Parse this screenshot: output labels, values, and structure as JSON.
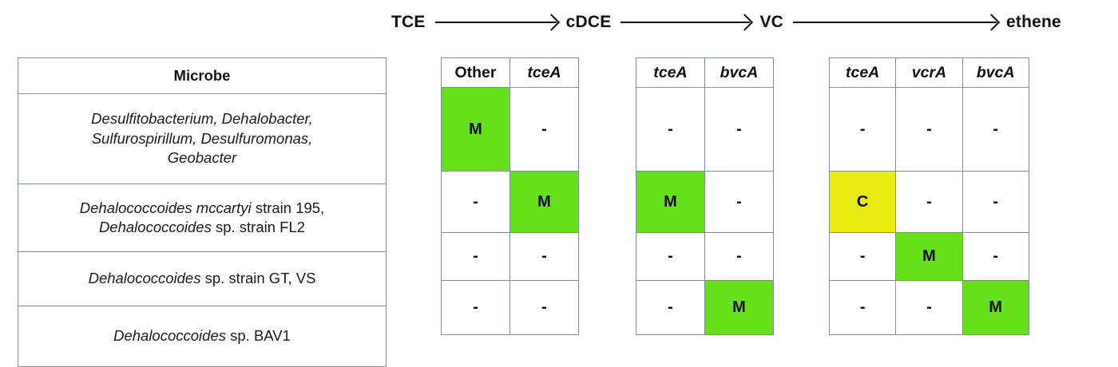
{
  "pathway": {
    "steps": [
      "TCE",
      "cDCE",
      "VC",
      "ethene"
    ],
    "arrow_icon": "arrow-right-icon"
  },
  "colors": {
    "green": "#66E01A",
    "yellow": "#EBEB14",
    "border": "#7d8f96",
    "text": "#111111",
    "white": "#ffffff"
  },
  "legend": {
    "M": "M",
    "C": "C",
    "absent": "-"
  },
  "microbe_table": {
    "header": "Microbe",
    "rows": [
      {
        "lines": [
          {
            "italic": "Desulfitobacterium, Dehalobacter,"
          },
          {
            "italic": "Sulfurospirillum, Desulfuromonas,"
          },
          {
            "italic": "Geobacter"
          }
        ]
      },
      {
        "lines": [
          {
            "italic": "Dehalococcoides mccartyi ",
            "upright": "strain 195,"
          },
          {
            "italic": "Dehalococcoides ",
            "upright": "sp. strain FL2"
          }
        ]
      },
      {
        "lines": [
          {
            "italic": "Dehalococcoides ",
            "upright": "sp. strain GT, VS"
          }
        ]
      },
      {
        "lines": [
          {
            "italic": "Dehalococcoides ",
            "upright": "sp. BAV1"
          }
        ]
      }
    ]
  },
  "gene_blocks": [
    {
      "step": "TCE-to-cDCE",
      "headers": [
        {
          "label": "Other",
          "italic": false
        },
        {
          "label": "tceA",
          "italic": true
        }
      ],
      "rows": [
        [
          {
            "value": "M",
            "fill": "green"
          },
          {
            "value": "-",
            "fill": "none"
          }
        ],
        [
          {
            "value": "-",
            "fill": "none"
          },
          {
            "value": "M",
            "fill": "green"
          }
        ],
        [
          {
            "value": "-",
            "fill": "none"
          },
          {
            "value": "-",
            "fill": "none"
          }
        ],
        [
          {
            "value": "-",
            "fill": "none"
          },
          {
            "value": "-",
            "fill": "none"
          }
        ]
      ]
    },
    {
      "step": "cDCE-to-VC",
      "headers": [
        {
          "label": "tceA",
          "italic": true
        },
        {
          "label": "bvcA",
          "italic": true
        }
      ],
      "rows": [
        [
          {
            "value": "-",
            "fill": "none"
          },
          {
            "value": "-",
            "fill": "none"
          }
        ],
        [
          {
            "value": "M",
            "fill": "green"
          },
          {
            "value": "-",
            "fill": "none"
          }
        ],
        [
          {
            "value": "-",
            "fill": "none"
          },
          {
            "value": "-",
            "fill": "none"
          }
        ],
        [
          {
            "value": "-",
            "fill": "none"
          },
          {
            "value": "M",
            "fill": "green"
          }
        ]
      ]
    },
    {
      "step": "VC-to-ethene",
      "headers": [
        {
          "label": "tceA",
          "italic": true
        },
        {
          "label": "vcrA",
          "italic": true
        },
        {
          "label": "bvcA",
          "italic": true
        }
      ],
      "rows": [
        [
          {
            "value": "-",
            "fill": "none"
          },
          {
            "value": "-",
            "fill": "none"
          },
          {
            "value": "-",
            "fill": "none"
          }
        ],
        [
          {
            "value": "C",
            "fill": "yellow"
          },
          {
            "value": "-",
            "fill": "none"
          },
          {
            "value": "-",
            "fill": "none"
          }
        ],
        [
          {
            "value": "-",
            "fill": "none"
          },
          {
            "value": "M",
            "fill": "green"
          },
          {
            "value": "-",
            "fill": "none"
          }
        ],
        [
          {
            "value": "-",
            "fill": "none"
          },
          {
            "value": "-",
            "fill": "none"
          },
          {
            "value": "M",
            "fill": "green"
          }
        ]
      ]
    }
  ]
}
